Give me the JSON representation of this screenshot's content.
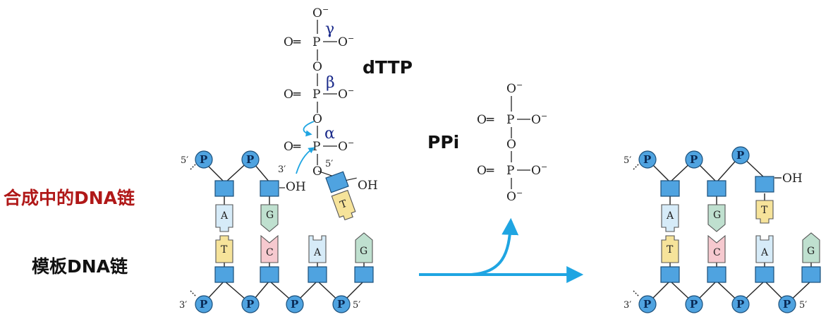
{
  "labels": {
    "synth_strand": "合成中的DNA链",
    "template_strand": "模板DNA链",
    "dttp": "dTTP",
    "ppi": "PPi"
  },
  "greek": {
    "gamma": "γ",
    "beta": "β",
    "alpha": "α"
  },
  "chem": {
    "o_minus": "O⁻",
    "o": "O",
    "o_double": "O═",
    "p": "P",
    "oh": "OH",
    "three_prime": "3′",
    "five_prime": "5′"
  },
  "phosphate_label": "P",
  "left": {
    "synth_bases": [
      "A",
      "G"
    ],
    "template_bases": [
      "T",
      "C",
      "A",
      "G"
    ],
    "incoming_base": "T"
  },
  "right": {
    "synth_bases": [
      "A",
      "G",
      "T"
    ],
    "template_bases": [
      "T",
      "C",
      "A",
      "G"
    ]
  },
  "colors": {
    "phosphate": "#4fa3e0",
    "sugar": "#4fa3e0",
    "arrow": "#1fa5e2",
    "base_A": "#d6ebf8",
    "base_T": "#f6e39a",
    "base_C": "#f6c9cf",
    "base_G": "#bfe0cf",
    "label_red": "#b01818"
  }
}
